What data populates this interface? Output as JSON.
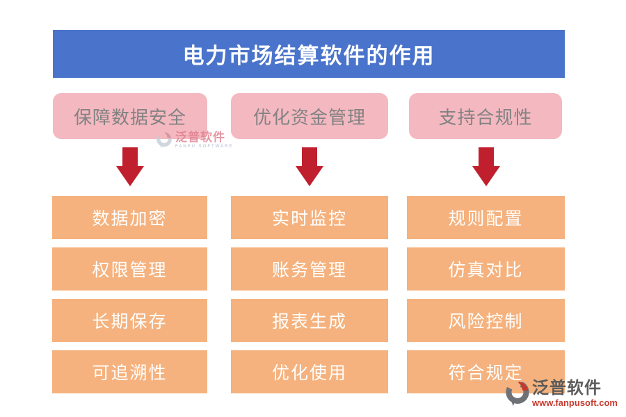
{
  "title": "电力市场结算软件的作用",
  "columns": [
    {
      "header": "保障数据安全",
      "items": [
        "数据加密",
        "权限管理",
        "长期保存",
        "可追溯性"
      ]
    },
    {
      "header": "优化资金管理",
      "items": [
        "实时监控",
        "账务管理",
        "报表生成",
        "优化使用"
      ]
    },
    {
      "header": "支持合规性",
      "items": [
        "规则配置",
        "仿真对比",
        "风险控制",
        "符合规定"
      ]
    }
  ],
  "watermark": {
    "inline": {
      "brand": "泛普软件",
      "sub": "FANPU SOFTWARE"
    },
    "footer": {
      "brand": "泛普软件",
      "url": "www.fanpusoft.com"
    }
  },
  "colors": {
    "banner_bg": "#4A74CB",
    "banner_text": "#FFFFFF",
    "header_bg": "#F4B8C0",
    "header_text": "#828282",
    "item_bg": "#F5B27E",
    "item_text": "#FFFFFF",
    "arrow": "#C0202E",
    "watermark_url": "#C53A2E"
  }
}
